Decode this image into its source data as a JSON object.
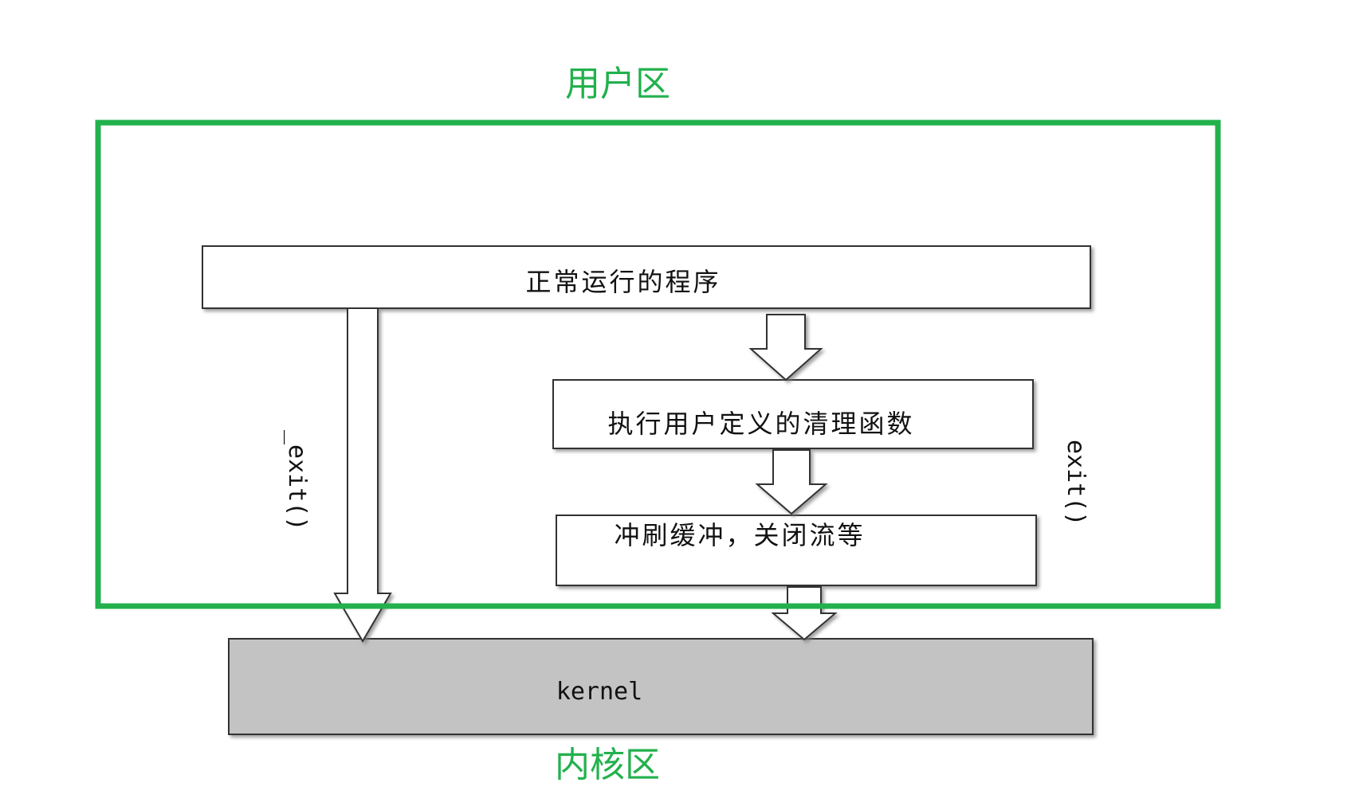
{
  "labels": {
    "user_zone": "用户区",
    "kernel_zone": "内核区",
    "running_program": "正常运行的程序",
    "user_cleanup": "执行用户定义的清理函数",
    "flush_close": "冲刷缓冲，关闭流等",
    "kernel": "kernel",
    "exit_direct": "_exit()",
    "exit_normal": "exit()"
  },
  "colors": {
    "zone_accent": "#22b14c",
    "kernel_fill": "#c3c3c3",
    "box_stroke": "#333333",
    "shadow": "#888888"
  }
}
